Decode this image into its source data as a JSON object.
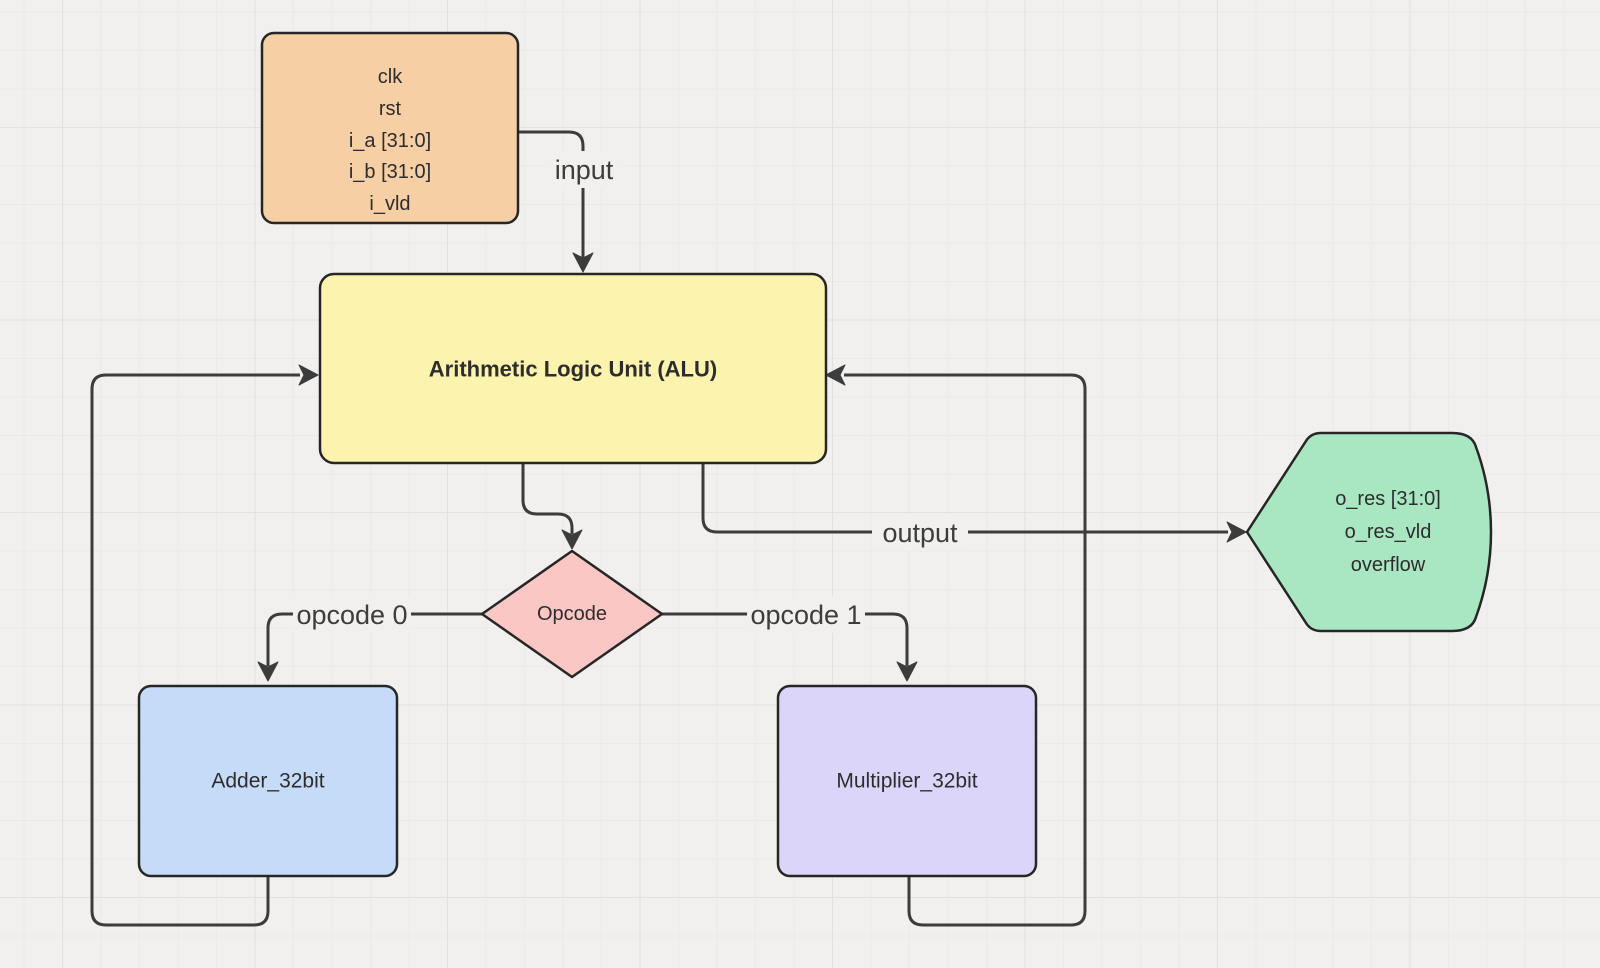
{
  "canvas": {
    "background": "#f1f0ee",
    "grid_minor_color": "#eaeae8",
    "grid_major_color": "#e2e1df",
    "edge_color": "#3c3c3c",
    "shape_border_color": "#262626"
  },
  "diagram": {
    "nodes": {
      "input_ports": {
        "type": "rounded-rect",
        "fill": "#f6cfa4",
        "lines": [
          "clk",
          "rst",
          "i_a [31:0]",
          "i_b [31:0]",
          "i_vld"
        ]
      },
      "alu": {
        "type": "rounded-rect",
        "fill": "#fbf3ae",
        "label": "Arithmetic Logic Unit (ALU)"
      },
      "opcode": {
        "type": "diamond",
        "fill": "#fbc7c5",
        "label": "Opcode"
      },
      "adder": {
        "type": "rounded-rect",
        "fill": "#c6dbf8",
        "label": "Adder_32bit"
      },
      "multiplier": {
        "type": "rounded-rect",
        "fill": "#dbd6f9",
        "label": "Multiplier_32bit"
      },
      "output_ports": {
        "type": "signal-tag",
        "fill": "#a9e7c3",
        "lines": [
          "o_res [31:0]",
          "o_res_vld",
          "overflow"
        ]
      }
    },
    "edges": {
      "input": {
        "label": "input"
      },
      "output": {
        "label": "output"
      },
      "opcode0": {
        "label": "opcode 0"
      },
      "opcode1": {
        "label": "opcode 1"
      }
    }
  }
}
